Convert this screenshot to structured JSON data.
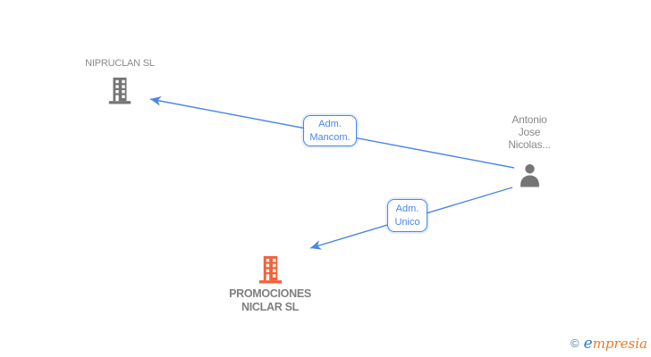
{
  "diagram": {
    "nodes": [
      {
        "id": "nipruclan",
        "type": "company",
        "label": "NIPRUCLAN SL"
      },
      {
        "id": "antonio",
        "type": "person",
        "label": "Antonio Jose Nicolas..."
      },
      {
        "id": "promociones-niclar",
        "type": "company",
        "label": "PROMOCIONES NICLAR SL"
      }
    ],
    "edges": [
      {
        "from": "antonio",
        "to": "nipruclan",
        "label": "Adm. Mancom."
      },
      {
        "from": "antonio",
        "to": "promociones-niclar",
        "label": "Adm. Unico"
      }
    ]
  },
  "watermark": {
    "copyright": "©",
    "brand_first_letter": "e",
    "brand_rest": "mpresia"
  },
  "colors": {
    "edge_blue": "#4a86e8",
    "icon_gray": "#757575",
    "text_gray": "#8a8a8a",
    "text_gray_dark": "#7f7f7f",
    "highlight_orange": "#f2623a",
    "watermark_teal": "#4d7e99",
    "watermark_blue": "#2f7ec1",
    "watermark_orange": "#ea7a24"
  }
}
